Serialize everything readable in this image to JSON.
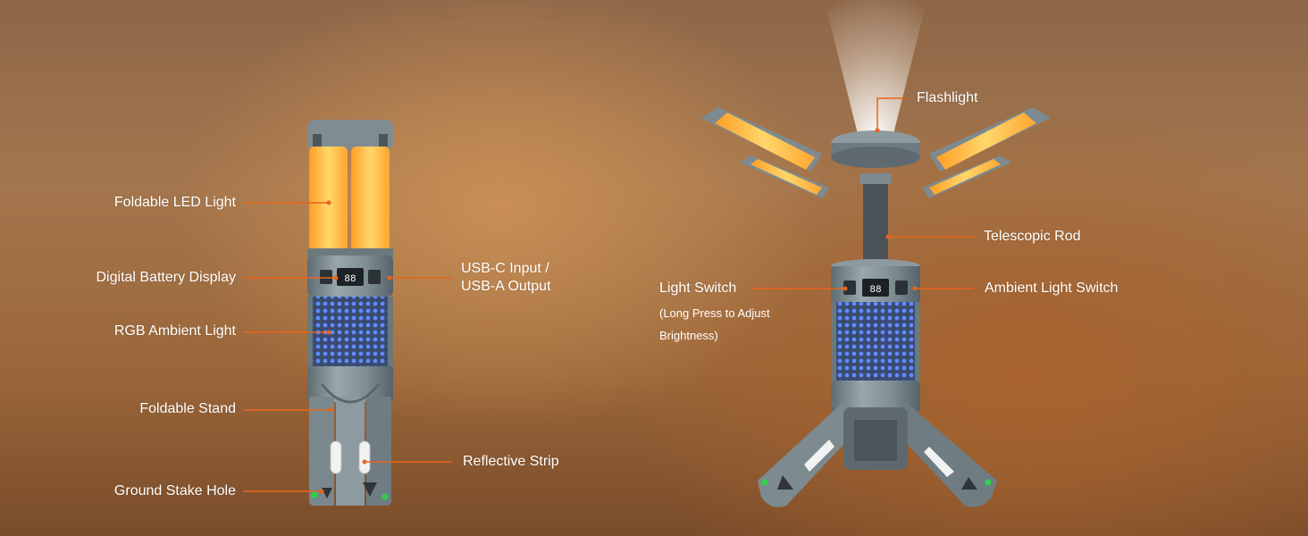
{
  "left_product": {
    "callouts": {
      "foldable_led_light": "Foldable LED Light",
      "digital_battery_display": "Digital Battery Display",
      "rgb_ambient_light": "RGB Ambient Light",
      "foldable_stand": "Foldable Stand",
      "ground_stake_hole": "Ground Stake Hole",
      "usb_ports_line1": "USB-C Input /",
      "usb_ports_line2": "USB-A Output",
      "reflective_strip": "Reflective Strip"
    },
    "display_reading": "88"
  },
  "right_product": {
    "callouts": {
      "flashlight": "Flashlight",
      "telescopic_rod": "Telescopic Rod",
      "light_switch": "Light Switch",
      "light_switch_note_line1": "(Long Press to Adjust",
      "light_switch_note_line2": "Brightness)",
      "ambient_light_switch": "Ambient Light Switch"
    },
    "display_reading": "88"
  },
  "colors": {
    "leader_line": "#e8641c",
    "body_gray": "#7d8b91",
    "panel_glow": "#ffc24a",
    "rgb_blue": "#4f7ff2",
    "indicator_green": "#2ed24a"
  }
}
